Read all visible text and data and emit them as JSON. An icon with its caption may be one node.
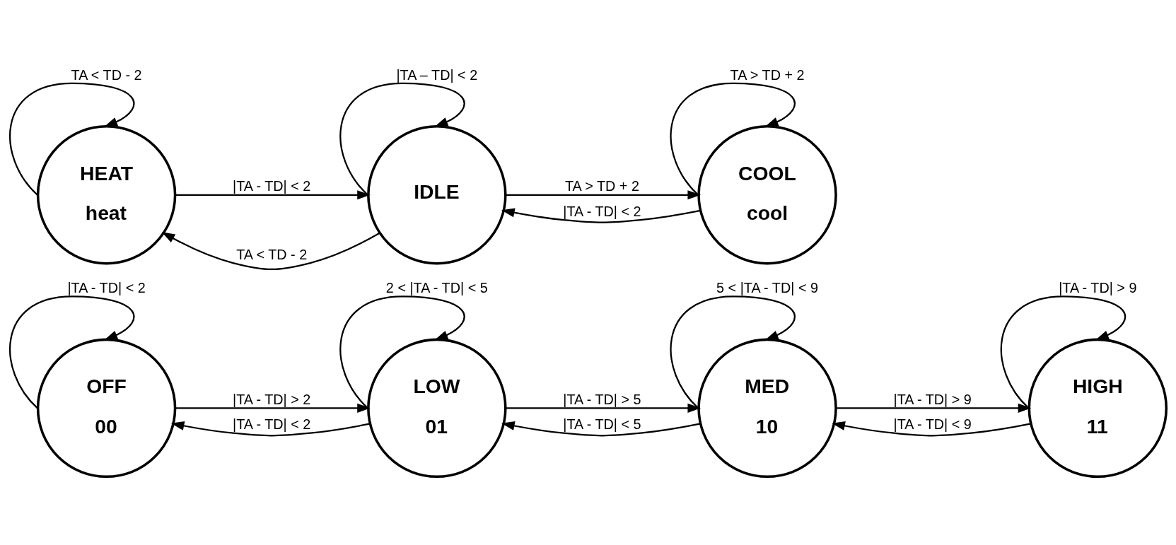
{
  "diagram": {
    "nodes": [
      {
        "text": [
          "HEAT",
          "heat"
        ]
      },
      {
        "text": [
          "IDLE"
        ]
      },
      {
        "text": [
          "COOL",
          "cool"
        ]
      },
      {
        "text": [
          "OFF",
          "00"
        ]
      },
      {
        "text": [
          "LOW",
          "01"
        ]
      },
      {
        "text": [
          "MED",
          "10"
        ]
      },
      {
        "text": [
          "HIGH",
          "11"
        ]
      }
    ],
    "edges": [
      {
        "from": 0,
        "to": 0,
        "arrow": "to",
        "label": "TA < TD - 2"
      },
      {
        "from": 1,
        "to": 1,
        "arrow": "to",
        "label": "|TA – TD| < 2"
      },
      {
        "from": 2,
        "to": 2,
        "arrow": "to",
        "label": "TA > TD + 2"
      },
      {
        "from": 1,
        "to": 0,
        "arrow": "to",
        "label": "TA < TD - 2"
      },
      {
        "from": 0,
        "to": 1,
        "arrow": "to",
        "label": "|TA - TD| < 2"
      },
      {
        "from": 1,
        "to": 2,
        "arrow": "to",
        "label": "TA > TD + 2"
      },
      {
        "from": 2,
        "to": 1,
        "arrow": "to",
        "label": "|TA - TD| < 2"
      },
      {
        "from": 3,
        "to": 3,
        "arrow": "to",
        "label": "|TA - TD| < 2"
      },
      {
        "from": 4,
        "to": 4,
        "arrow": "to",
        "label": "2 < |TA - TD| < 5"
      },
      {
        "from": 5,
        "to": 5,
        "arrow": "to",
        "label": "5 < |TA - TD| < 9"
      },
      {
        "from": 6,
        "to": 6,
        "arrow": "to",
        "label": "|TA - TD| > 9"
      },
      {
        "from": 3,
        "to": 4,
        "arrow": "to",
        "label": "|TA - TD| > 2"
      },
      {
        "from": 4,
        "to": 3,
        "arrow": "to",
        "label": "|TA - TD| < 2"
      },
      {
        "from": 4,
        "to": 5,
        "arrow": "to",
        "label": "|TA - TD| > 5"
      },
      {
        "from": 5,
        "to": 4,
        "arrow": "to",
        "label": "|TA - TD| < 5"
      },
      {
        "from": 5,
        "to": 6,
        "arrow": "to",
        "label": "|TA - TD| > 9"
      },
      {
        "from": 6,
        "to": 5,
        "arrow": "to",
        "label": "|TA - TD| < 9"
      }
    ]
  }
}
